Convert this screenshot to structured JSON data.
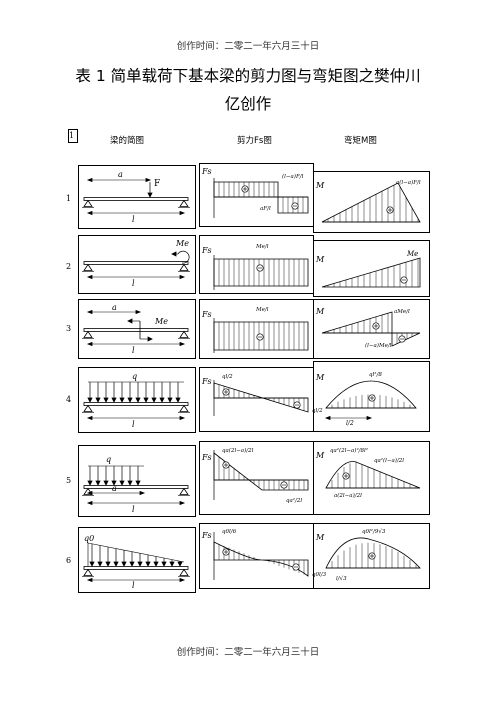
{
  "header": {
    "text": "创作时间：二零二一年六月三十日"
  },
  "title": {
    "line1": "表 1 简单载荷下基本梁的剪力图与弯矩图之樊仲川",
    "line2": "亿创作"
  },
  "table": {
    "corner_mark": "1",
    "col_beam": "梁的简图",
    "col_shear": "剪力Fs图",
    "col_moment": "弯矩M图"
  },
  "rows": [
    {
      "num": "1",
      "beam": {
        "a": "a",
        "load": "F",
        "l": "l"
      },
      "shear": {
        "axis": "Fs",
        "top": "(l−a)F/l",
        "bottom": "aF/l"
      },
      "moment": {
        "axis": "M",
        "peak": "a(l−a)F/l"
      }
    },
    {
      "num": "2",
      "beam": {
        "load": "Me",
        "l": "l"
      },
      "shear": {
        "axis": "Fs",
        "top": "Me/l"
      },
      "moment": {
        "axis": "M",
        "peak": "Me"
      }
    },
    {
      "num": "3",
      "beam": {
        "a": "a",
        "load": "Me",
        "l": "l"
      },
      "shear": {
        "axis": "Fs",
        "top": "Me/l"
      },
      "moment": {
        "axis": "M",
        "top": "aMe/l",
        "bottom": "(l−a)Me/l"
      }
    },
    {
      "num": "4",
      "beam": {
        "load": "q",
        "l": "l"
      },
      "shear": {
        "axis": "Fs",
        "top": "ql/2",
        "bottom": "ql/2"
      },
      "moment": {
        "axis": "M",
        "peak": "ql²/8",
        "span": "l/2"
      }
    },
    {
      "num": "5",
      "beam": {
        "load": "q",
        "a": "a",
        "l": "l"
      },
      "shear": {
        "axis": "Fs",
        "top": "qa(2l−a)/2l",
        "bottom": "qa²/2l"
      },
      "moment": {
        "axis": "M",
        "peak": "qa²(2l−a)²/8l²",
        "right": "qa²(l−a)/2l",
        "bottom": "a(2l−a)/2l"
      }
    },
    {
      "num": "6",
      "beam": {
        "load": "q0",
        "l": "l"
      },
      "shear": {
        "axis": "Fs",
        "top": "q0l/6",
        "bottom": "q0l/3"
      },
      "moment": {
        "axis": "M",
        "peak": "q0l²/9√3",
        "bottom": "l/√3"
      }
    }
  ],
  "footer": {
    "text": "创作时间：二零二一年六月三十日"
  }
}
